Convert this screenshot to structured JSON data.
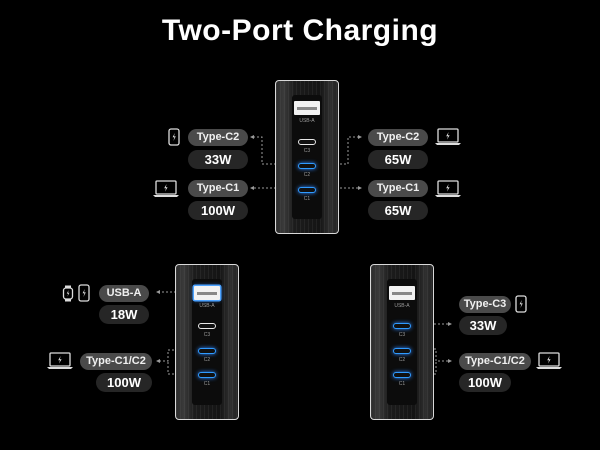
{
  "title": "Two-Port Charging",
  "port_labels": {
    "usb_a": "USB-A",
    "c3": "C3",
    "c2": "C2",
    "c1": "C1"
  },
  "top": {
    "left": [
      {
        "port": "Type-C2",
        "watt": "33W",
        "device": "phone-icon"
      },
      {
        "port": "Type-C1",
        "watt": "100W",
        "device": "laptop-icon"
      }
    ],
    "right": [
      {
        "port": "Type-C2",
        "watt": "65W",
        "device": "laptop-icon"
      },
      {
        "port": "Type-C1",
        "watt": "65W",
        "device": "laptop-icon"
      }
    ]
  },
  "bottom_left": [
    {
      "port": "USB-A",
      "watt": "18W",
      "device": "watch-phone-icon"
    },
    {
      "port": "Type-C1/C2",
      "watt": "100W",
      "device": "laptop-icon"
    }
  ],
  "bottom_right": [
    {
      "port": "Type-C3",
      "watt": "33W",
      "device": "phone-icon"
    },
    {
      "port": "Type-C1/C2",
      "watt": "100W",
      "device": "laptop-icon"
    }
  ],
  "colors": {
    "accent": "#2f9bff",
    "pill": "#4a4a4a",
    "watt_pill": "#262626"
  }
}
